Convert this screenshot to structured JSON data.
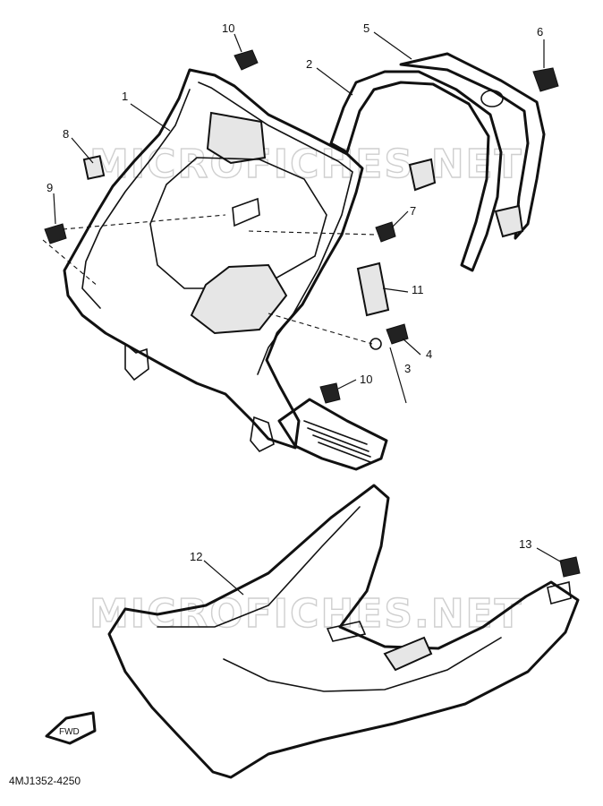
{
  "diagram": {
    "part_code": "4MJ1352-4250",
    "watermark": "MICROFICHES.NET",
    "front_label": "FWD",
    "callouts": [
      {
        "id": "c1",
        "label": "1"
      },
      {
        "id": "c2",
        "label": "2"
      },
      {
        "id": "c3",
        "label": "3"
      },
      {
        "id": "c4",
        "label": "4"
      },
      {
        "id": "c5",
        "label": "5"
      },
      {
        "id": "c6",
        "label": "6"
      },
      {
        "id": "c7",
        "label": "7"
      },
      {
        "id": "c8",
        "label": "8"
      },
      {
        "id": "c9",
        "label": "9"
      },
      {
        "id": "c10a",
        "label": "10"
      },
      {
        "id": "c10b",
        "label": "10"
      },
      {
        "id": "c11",
        "label": "11"
      },
      {
        "id": "c12",
        "label": "12"
      },
      {
        "id": "c13",
        "label": "13"
      }
    ]
  }
}
